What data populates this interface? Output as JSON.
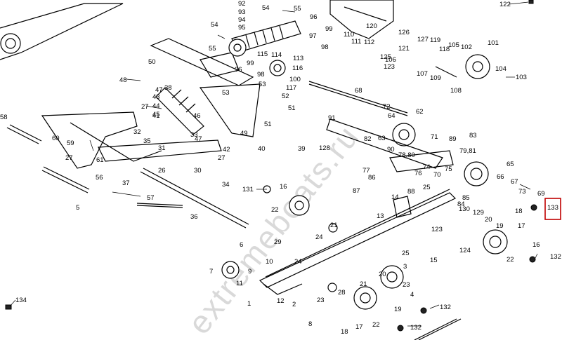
{
  "watermark": "extremeboats.ru",
  "highlighted_callout": "133",
  "callouts": [
    "1",
    "2",
    "3",
    "4",
    "5",
    "6",
    "7",
    "8",
    "9",
    "10",
    "11",
    "12",
    "13",
    "14",
    "15",
    "16",
    "17",
    "18",
    "19",
    "20",
    "21",
    "22",
    "23",
    "24",
    "25",
    "26",
    "27",
    "28",
    "29",
    "30",
    "31",
    "32",
    "33",
    "34",
    "35",
    "36",
    "37",
    "38",
    "39",
    "40",
    "41",
    "42",
    "43",
    "44",
    "45",
    "46",
    "47",
    "48",
    "49",
    "50",
    "51",
    "52",
    "53",
    "54",
    "55",
    "56",
    "57",
    "58",
    "59",
    "60",
    "61",
    "62",
    "63",
    "64",
    "65",
    "66",
    "67",
    "68",
    "69",
    "70",
    "71",
    "72",
    "73",
    "74",
    "75",
    "76",
    "77",
    "78,80",
    "79,81",
    "82",
    "83",
    "84",
    "85",
    "86",
    "87",
    "88",
    "89",
    "90",
    "91",
    "92",
    "93",
    "94",
    "95",
    "96",
    "97",
    "98",
    "99",
    "100",
    "101",
    "102",
    "103",
    "104",
    "105",
    "106",
    "107",
    "108",
    "109",
    "110",
    "111",
    "112",
    "113",
    "114",
    "115",
    "116",
    "117",
    "118",
    "119",
    "120",
    "121",
    "122",
    "123",
    "124",
    "125",
    "126",
    "127",
    "128",
    "129",
    "130",
    "131",
    "132",
    "133",
    "134"
  ]
}
